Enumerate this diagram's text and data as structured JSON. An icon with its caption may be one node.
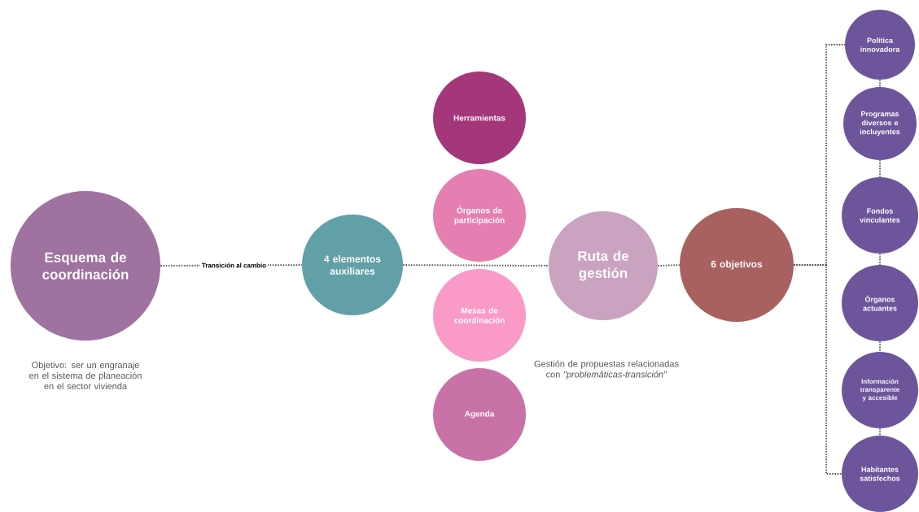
{
  "diagram": {
    "nodes": [
      {
        "text": [
          "Esquema de coordinación"
        ],
        "beside": [
          "Objetivo: ser un engranaje en el sistema de planeación en el sector vivienda"
        ]
      },
      {
        "text": [
          "4 elementos auxiliares"
        ]
      },
      {
        "text": [
          "Herramientas"
        ]
      },
      {
        "text": [
          "Órganos de participación"
        ]
      },
      {
        "text": [
          "Mesas de coordinación"
        ]
      },
      {
        "text": [
          "Agenda"
        ]
      },
      {
        "text": [
          "Ruta de gestión"
        ]
      },
      {
        "text": [
          "6 objetivos"
        ]
      },
      {
        "text": [
          "Política innovadora"
        ]
      },
      {
        "text": [
          "Programas diversos e incluyentes"
        ]
      },
      {
        "text": [
          "Fondos vinculantes"
        ]
      },
      {
        "text": [
          "Órganos actuantes"
        ]
      },
      {
        "text": [
          "Información transparente y accesible"
        ]
      },
      {
        "text": [
          "Habitantes satisfechos"
        ]
      }
    ],
    "edges": [
      {
        "from": 0,
        "to": 1,
        "arrow": "none",
        "label": "Transición al  cambio"
      },
      {
        "from": 1,
        "to": 6,
        "arrow": "none"
      },
      {
        "from": 6,
        "to": 7,
        "arrow": "none"
      },
      {
        "from": 7,
        "to": 8,
        "arrow": "none"
      },
      {
        "from": 7,
        "to": 13,
        "arrow": "none"
      },
      {
        "from": 8,
        "to": 9,
        "arrow": "none"
      },
      {
        "from": 9,
        "to": 10,
        "arrow": "none"
      },
      {
        "from": 10,
        "to": 11,
        "arrow": "none"
      },
      {
        "from": 11,
        "to": 12,
        "arrow": "none"
      },
      {
        "from": 12,
        "to": 13,
        "arrow": "none"
      }
    ],
    "labels": [
      "Gestión de propuestas relacionadas con *\"problemáticas-transición\"*"
    ]
  }
}
